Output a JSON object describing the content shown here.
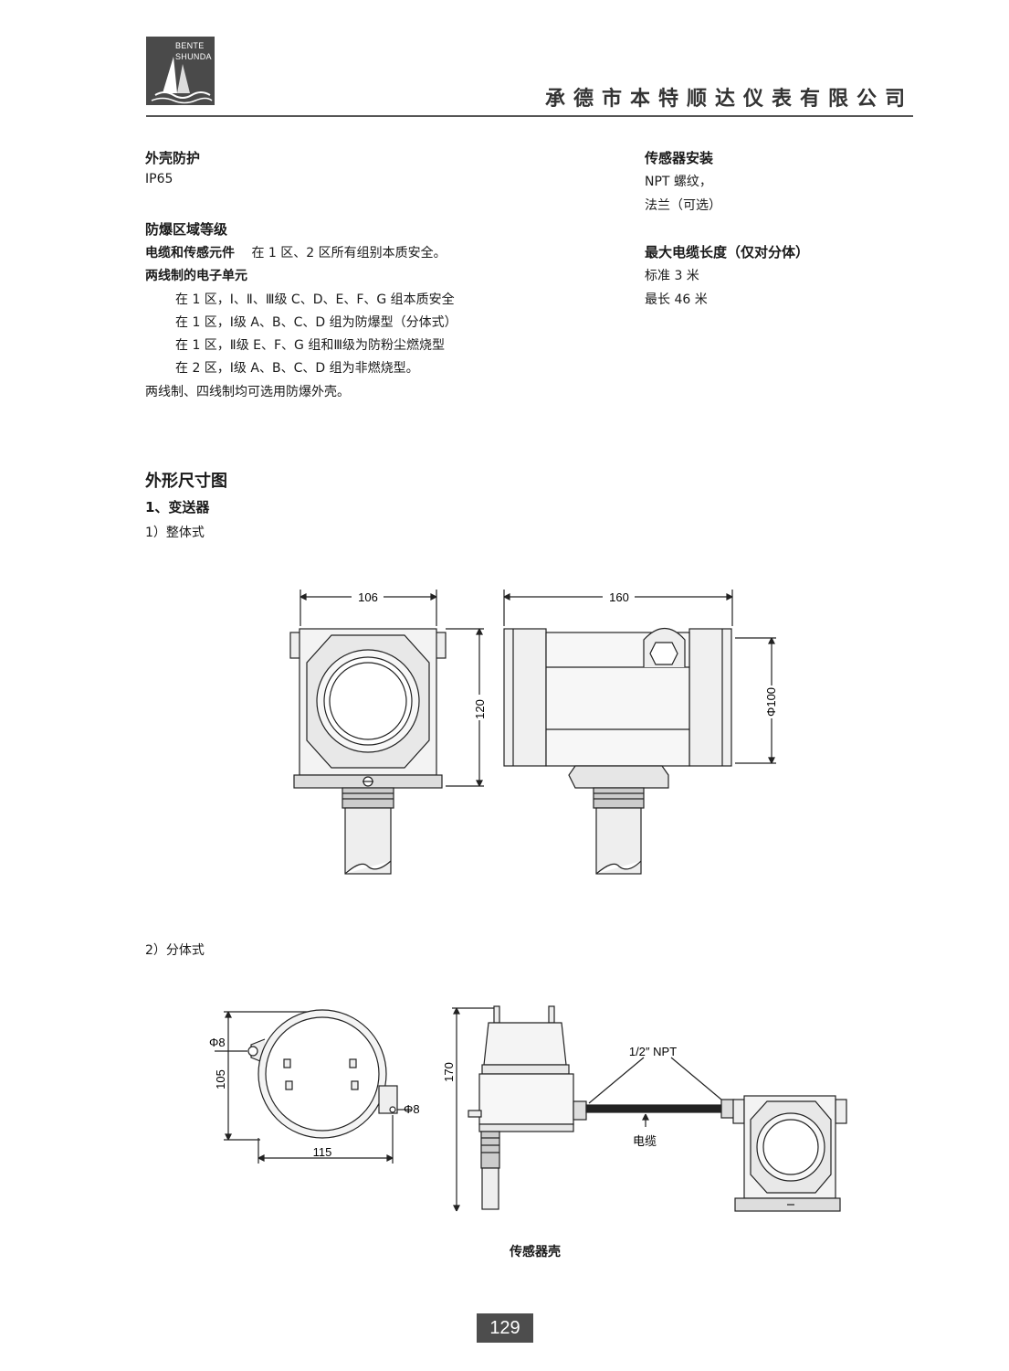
{
  "header": {
    "logo_line1": "BENTE",
    "logo_line2": "SHUNDA",
    "company": "承德市本特顺达仪表有限公司"
  },
  "left_col": {
    "housing_title": "外壳防护",
    "housing_value": "IP65",
    "ex_title": "防爆区域等级",
    "cable_label": "电缆和传感元件",
    "cable_value": "在 1 区、2 区所有组别本质安全。",
    "two_wire_title": "两线制的电子单元",
    "lines": [
      "在 1 区，Ⅰ、Ⅱ、Ⅲ级 C、D、E、F、G 组本质安全",
      "在 1 区，Ⅰ级 A、B、C、D 组为防爆型（分体式）",
      "在 1 区，Ⅱ级 E、F、G 组和Ⅲ级为防粉尘燃烧型",
      "在 2 区，Ⅰ级 A、B、C、D 组为非燃烧型。"
    ],
    "note": "两线制、四线制均可选用防爆外壳。"
  },
  "right_col": {
    "sensor_title": "传感器安装",
    "sensor_lines": [
      "NPT 螺纹，",
      "法兰（可选）"
    ],
    "cable_len_title": "最大电缆长度（仅对分体）",
    "cable_len_lines": [
      "标准 3 米",
      "最长 46 米"
    ]
  },
  "dimensions": {
    "title": "外形尺寸图",
    "section1": "1、变送器",
    "sub1": "1）整体式",
    "sub2": "2）分体式",
    "fig1": {
      "width": "106",
      "length": "160",
      "height": "120",
      "diameter": "Φ100"
    },
    "fig2": {
      "phi8_a": "Φ8",
      "phi8_b": "Φ8",
      "height": "105",
      "width": "115",
      "h170": "170",
      "npt": "1/2″ NPT",
      "cable": "电缆"
    },
    "caption": "传感器壳"
  },
  "page_number": "129"
}
